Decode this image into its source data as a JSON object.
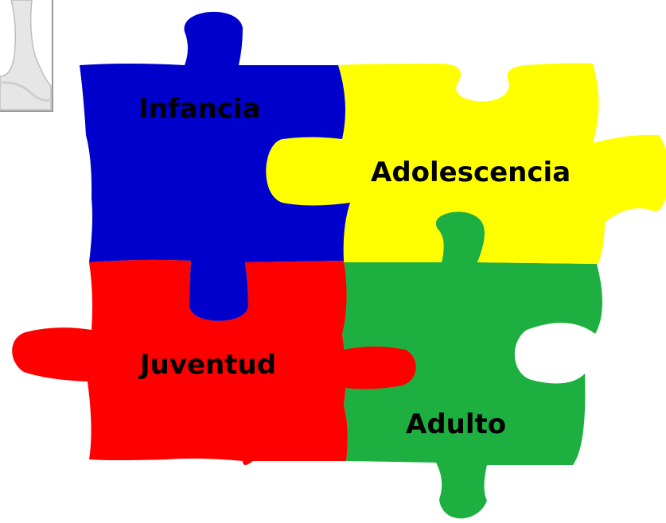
{
  "pieces": [
    {
      "label": "Infancia",
      "color": "#0000cc"
    },
    {
      "label": "Adolescencia",
      "color": "#ffff00"
    },
    {
      "label": "Juventud",
      "color": "#ff0000"
    },
    {
      "label": "Adulto",
      "color": "#1db040"
    }
  ],
  "corner_image": {
    "icon": "boot-icon"
  }
}
